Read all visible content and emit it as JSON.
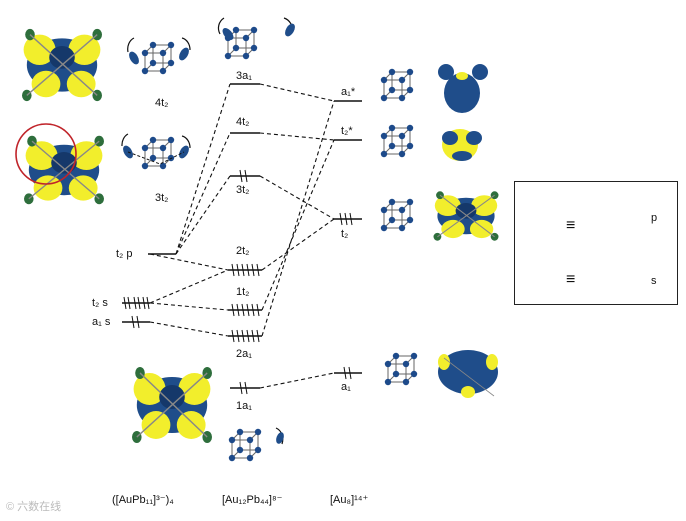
{
  "colors": {
    "orbital_blue": "#1f4d8a",
    "orbital_yellow": "#f2ee2c",
    "atom_blue": "#1d4a8a",
    "highlight_red": "#c0242a",
    "line": "#111111"
  },
  "left_levels": {
    "t2p": "t₂ p",
    "t2s": "t₂ s",
    "a1s": "a₁ s"
  },
  "middle_levels": {
    "3a1": "3a₁",
    "4t2": "4t₂",
    "3t2": "3t₂",
    "2t2": "2t₂",
    "1t2": "1t₂",
    "2a1": "2a₁",
    "1a1": "1a₁"
  },
  "right_levels": {
    "a1star": "a₁*",
    "t2star": "t₂*",
    "t2": "t₂",
    "a1": "a₁"
  },
  "orbital_labels": {
    "4t2": "4t₂",
    "3t2": "3t₂"
  },
  "legend": {
    "p": "p",
    "s": "s",
    "equiv": "≡"
  },
  "footer": {
    "left": "([AuPb₁₁]³⁻)₄",
    "middle": "[Au₁₂Pb₄₄]⁸⁻",
    "right": "[Au₈]¹⁴⁺"
  },
  "watermark": "© 六数在线"
}
